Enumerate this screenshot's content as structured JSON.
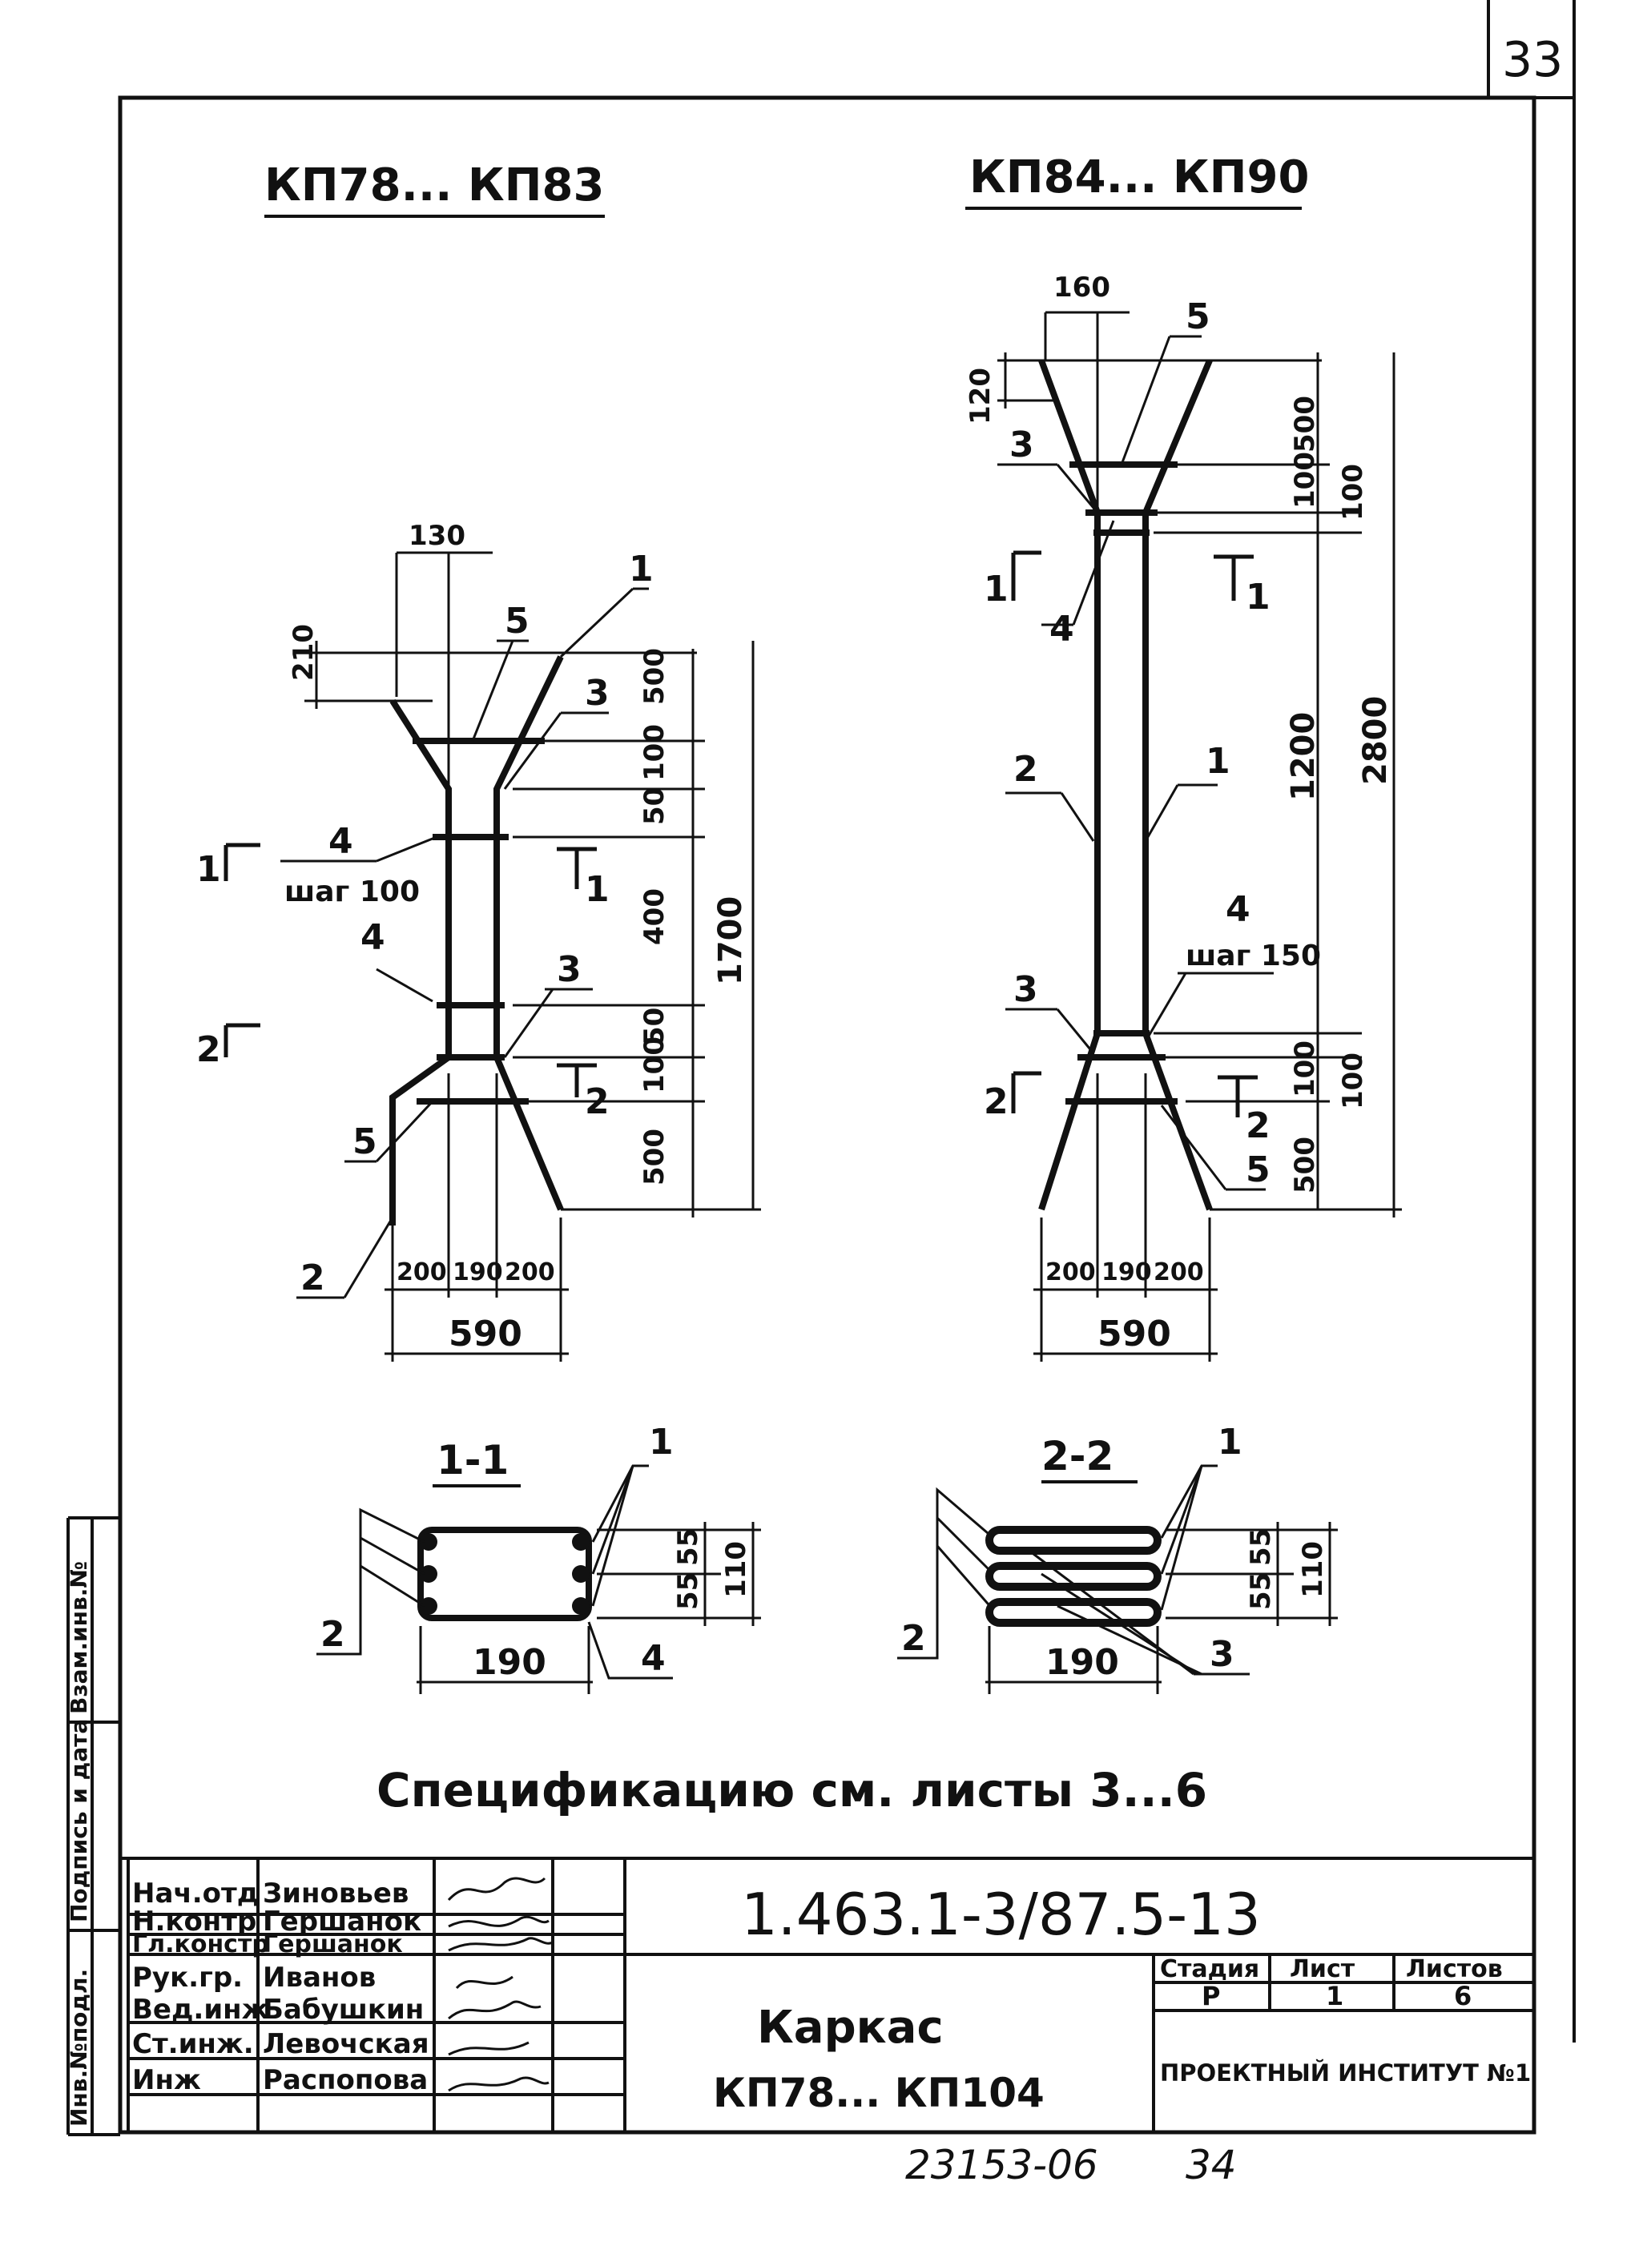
{
  "sheet_corner_number": "33",
  "drawing_left": {
    "title": "КП78... КП83",
    "dims": {
      "top_width": "130",
      "top_height": "210",
      "seg_500a": "500",
      "seg_100a": "100",
      "seg_50a": "50",
      "seg_400": "400",
      "seg_50b": "50",
      "seg_100b": "100",
      "seg_500b": "500",
      "total": "1700",
      "b200a": "200",
      "b190": "190",
      "b200b": "200",
      "b590": "590"
    },
    "callouts": {
      "c1": "1",
      "c5a": "5",
      "c3a": "3",
      "c4a": "4",
      "step": "шаг 100",
      "c4b": "4",
      "c3b": "3",
      "c5b": "5",
      "c2": "2"
    },
    "cuts": {
      "cut1_left": "1",
      "cut1_right": "1",
      "cut2_left": "2",
      "cut2_right": "2"
    }
  },
  "drawing_right": {
    "title": "КП84... КП90",
    "dims": {
      "top_width": "160",
      "top_height": "120",
      "seg_500a": "500",
      "seg_100a": "100",
      "seg_100a2": "100",
      "seg_1200": "1200",
      "total": "2800",
      "seg_100b": "100",
      "seg_100b2": "100",
      "seg_500b": "500",
      "b200a": "200",
      "b190": "190",
      "b200b": "200",
      "b590": "590"
    },
    "callouts": {
      "c5a": "5",
      "c3a": "3",
      "c4a": "4",
      "c2": "2",
      "c1": "1",
      "c4b": "4",
      "step": "шаг 150",
      "c3b": "3",
      "c5b": "5"
    },
    "cuts": {
      "cut1_left": "1",
      "cut1_right": "1",
      "cut2_left": "2",
      "cut2_right": "2"
    }
  },
  "section_1": {
    "title": "1-1",
    "c1": "1",
    "c2": "2",
    "c4": "4",
    "width": "190",
    "d55a": "55",
    "d55b": "55",
    "d110": "110"
  },
  "section_2": {
    "title": "2-2",
    "c1": "1",
    "c2": "2",
    "c3": "3",
    "width": "190",
    "d55a": "55",
    "d55b": "55",
    "d110": "110"
  },
  "spec_note": "Спецификацию см. листы 3...6",
  "side_stamp": {
    "col1": "Взам.инв.№",
    "col2": "Подпись и дата",
    "col3": "Инв.№подл."
  },
  "title_block": {
    "roles": [
      "Нач.отд",
      "Н.контр",
      "Гл.констр",
      "Рук.гр.",
      "Вед.инж",
      "Ст.инж.",
      "Инж"
    ],
    "names": [
      "Зиновьев",
      "Гершанок",
      "Гершанок",
      "Иванов",
      "Бабушкин",
      "Левочская",
      "Распопова"
    ],
    "doc_code": "1.463.1-3/87.5-13",
    "product_title": "Каркас",
    "product_range": "КП78... КП104",
    "stage_header": "Стадия",
    "sheet_header": "Лист",
    "sheets_header": "Листов",
    "stage": "Р",
    "sheet": "1",
    "sheets": "6",
    "org": "ПРОЕКТНЫЙ ИНСТИТУТ №1"
  },
  "footer_numbers": {
    "order": "23153-06",
    "page": "34"
  }
}
